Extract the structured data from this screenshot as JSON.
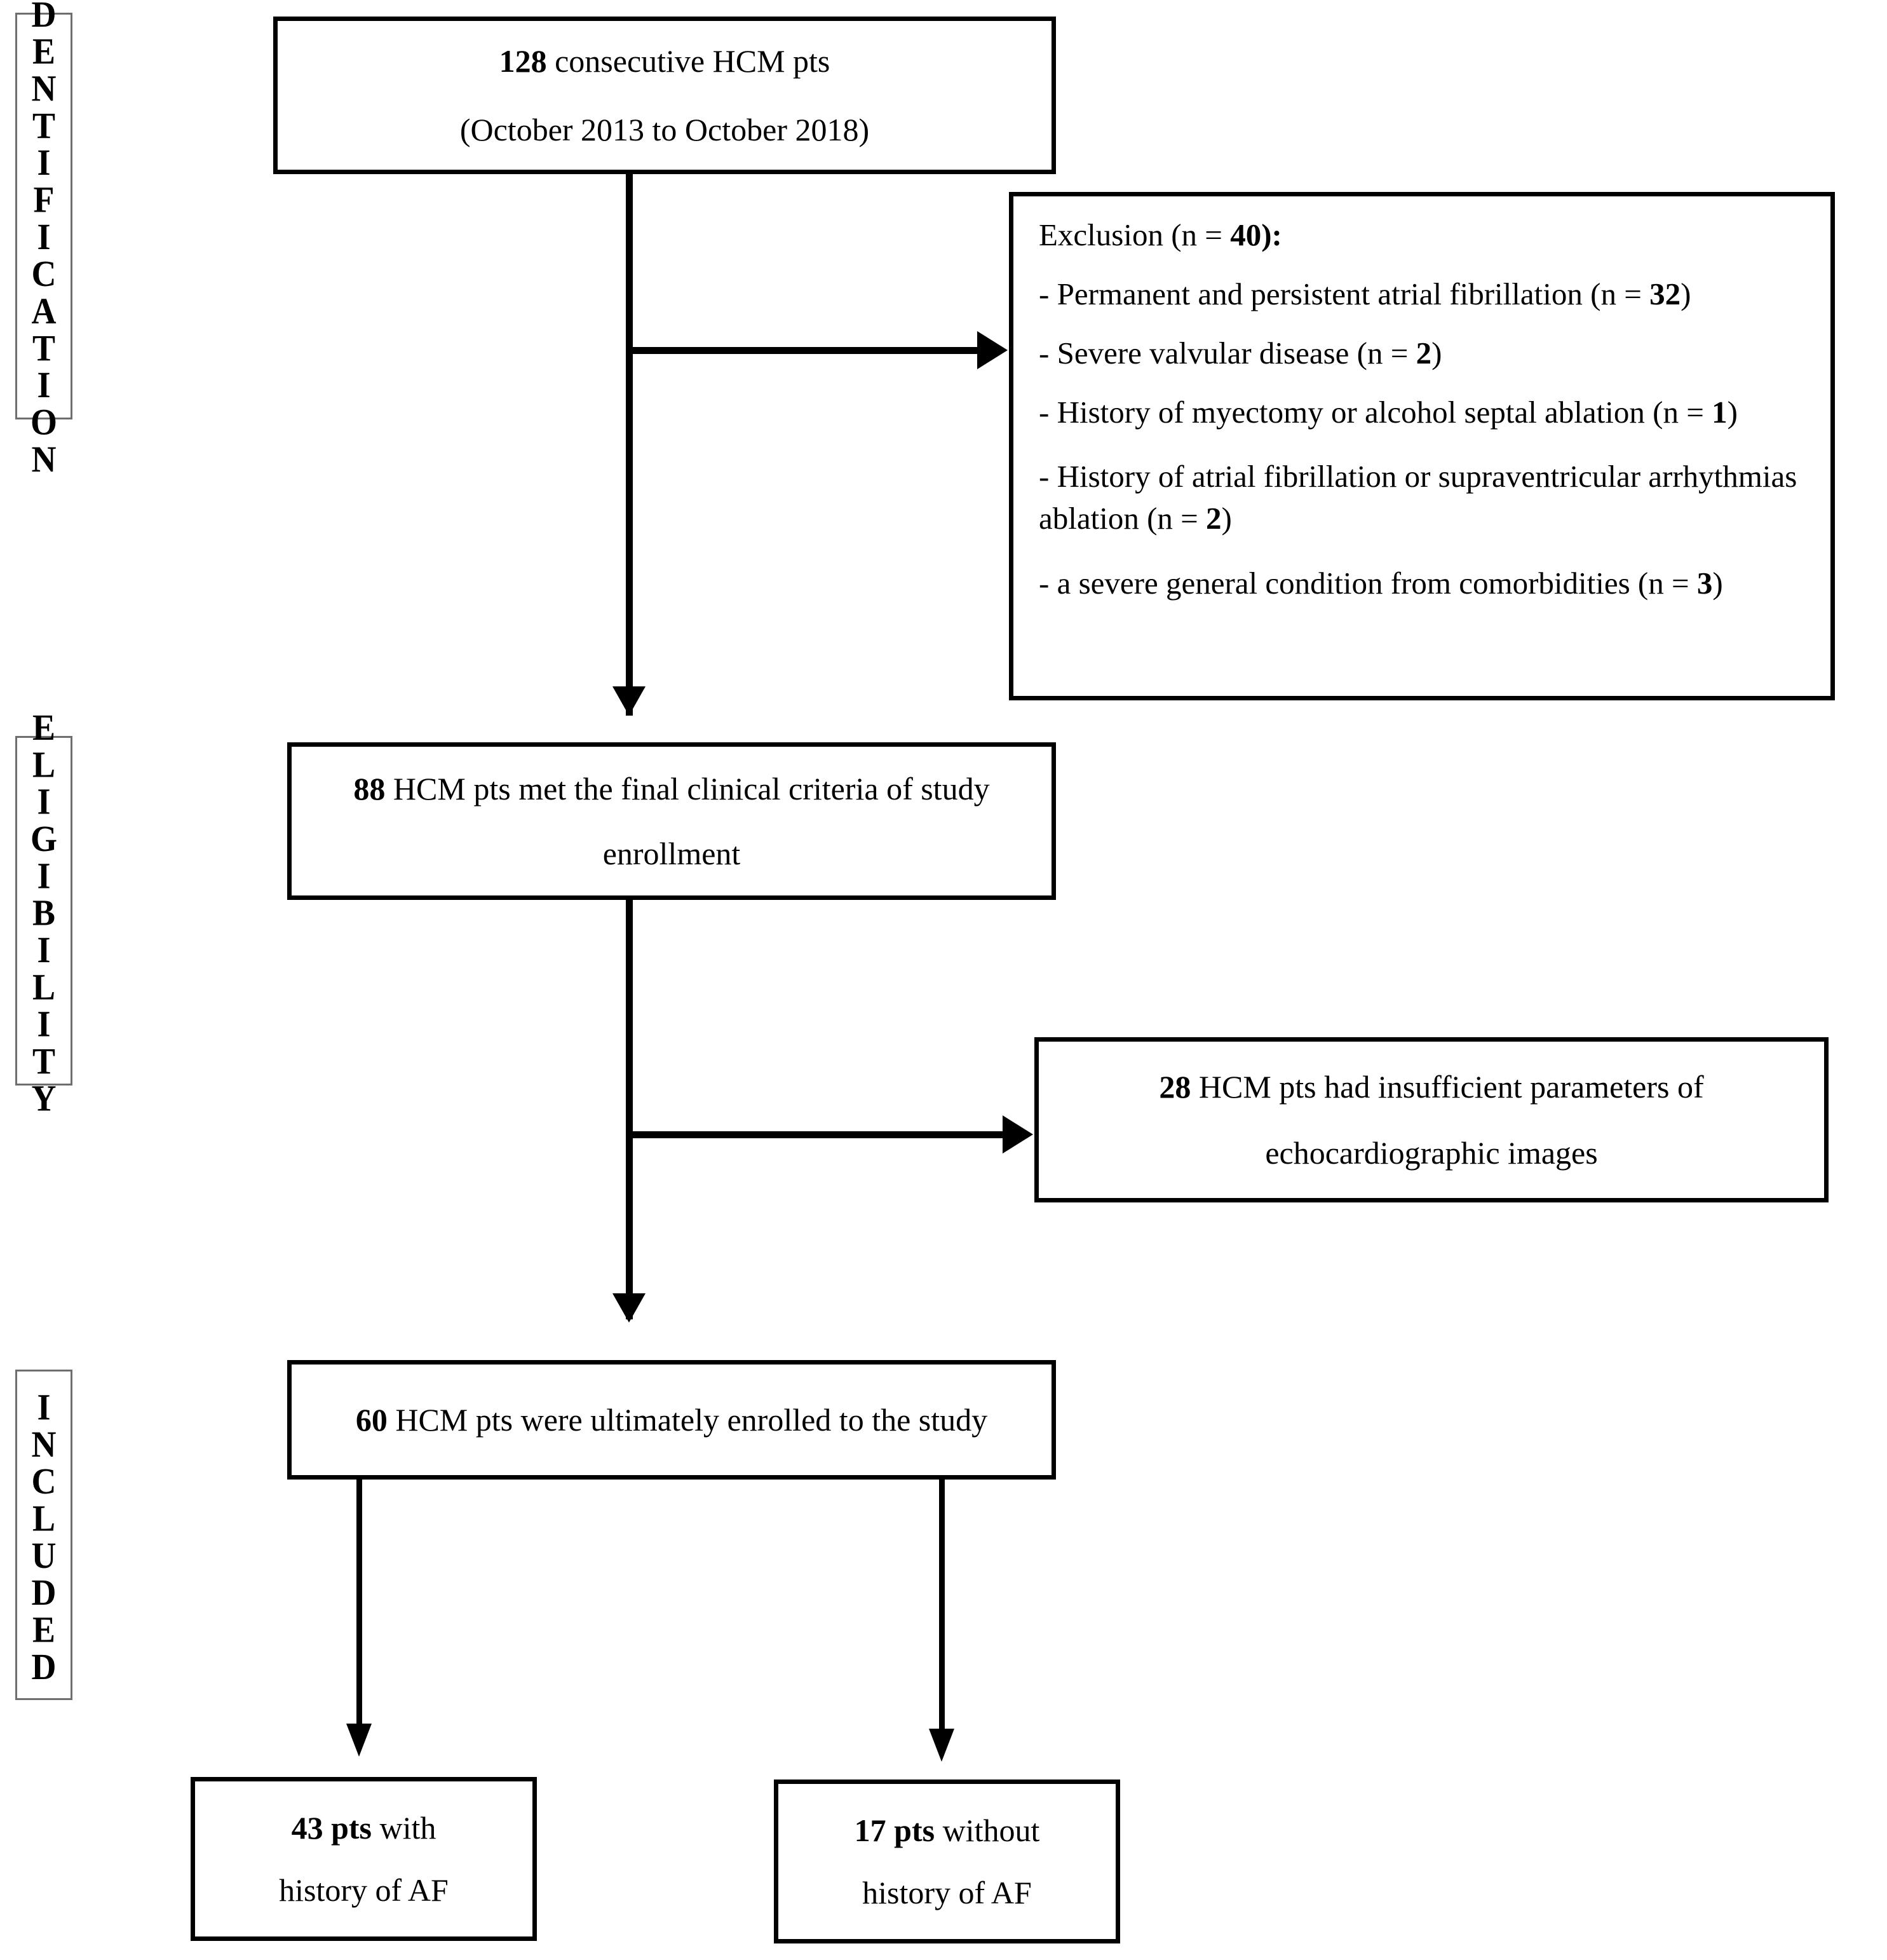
{
  "diagram": {
    "title": "PRISMA-style patient selection flow diagram",
    "accent_color": "#000000",
    "label_border_color": "#6e6e6e",
    "background": "#ffffff"
  },
  "stages": [
    {
      "id": "identification",
      "label": "IDENTIFICATION"
    },
    {
      "id": "eligibility",
      "label": "ELIGIBILITY"
    },
    {
      "id": "included",
      "label": "INCLUDED"
    }
  ],
  "boxes": {
    "enrolled_total": {
      "line1_bold": "128",
      "line1_rest": " consecutive HCM pts",
      "line2": "(October 2013 to October 2018)"
    },
    "exclusion": {
      "heading_pre": "Exclusion (n = ",
      "heading_num": "40",
      "heading_post": "):",
      "items": [
        {
          "text": "- Permanent and persistent atrial fibrillation (n = ",
          "n": "32",
          "tail": ")"
        },
        {
          "text": "- Severe valvular disease (n = ",
          "n": "2",
          "tail": ")"
        },
        {
          "text": "- History of myectomy or alcohol septal ablation (n = ",
          "n": "1",
          "tail": ")"
        },
        {
          "text": "- History of atrial fibrillation or supraventricular arrhythmias ablation (n = ",
          "n": "2",
          "tail": ")"
        },
        {
          "text": "- a severe general condition from comorbidities (n = ",
          "n": "3",
          "tail": ")"
        }
      ]
    },
    "eligible": {
      "line1_bold": "88",
      "line1_rest": " HCM pts met the final clinical criteria of study",
      "line2": "enrollment"
    },
    "insufficient": {
      "line1_bold": "28",
      "line1_rest": " HCM pts had insufficient parameters of",
      "line2": "echocardiographic images"
    },
    "included": {
      "line1_bold": "60",
      "line1_rest": " HCM pts were ultimately enrolled to the study"
    },
    "with_af": {
      "line1_bold": "43 pts",
      "line1_rest": " with",
      "line2": "history of AF"
    },
    "without_af": {
      "line1_bold": "17 pts",
      "line1_rest": " without",
      "line2": "history of AF"
    }
  }
}
